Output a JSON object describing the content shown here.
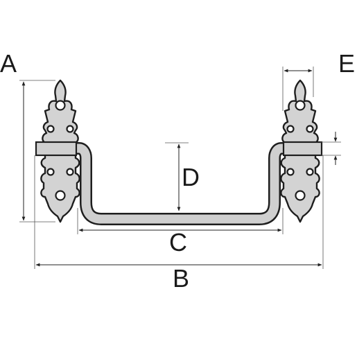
{
  "labels": {
    "a": "A",
    "b": "B",
    "c": "C",
    "d": "D",
    "e": "E"
  },
  "colors": {
    "part_fill": "#d3d3d3",
    "outline": "#1e1e1e",
    "background": "#ffffff"
  }
}
